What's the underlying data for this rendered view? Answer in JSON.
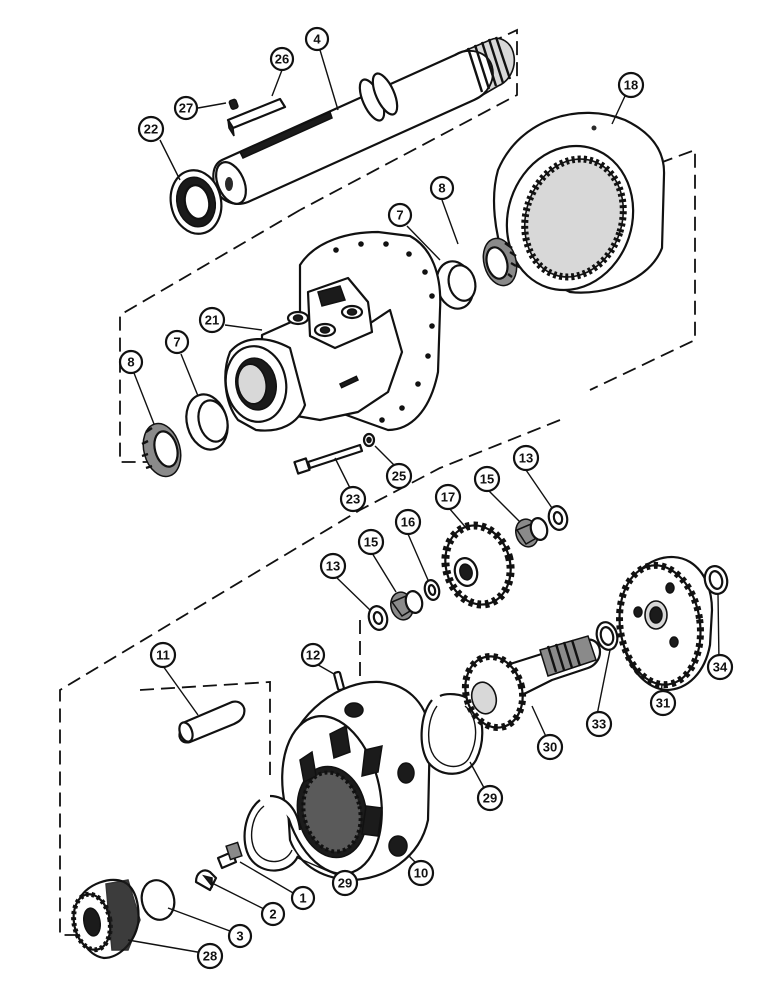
{
  "callouts": {
    "c1": "1",
    "c2": "2",
    "c3": "3",
    "c4": "4",
    "c7a": "7",
    "c7b": "7",
    "c8a": "8",
    "c8b": "8",
    "c10": "10",
    "c11": "11",
    "c12": "12",
    "c13a": "13",
    "c13b": "13",
    "c15a": "15",
    "c15b": "15",
    "c16": "16",
    "c17": "17",
    "c18": "18",
    "c21": "21",
    "c22": "22",
    "c23": "23",
    "c25": "25",
    "c26": "26",
    "c27": "27",
    "c28": "28",
    "c29a": "29",
    "c29b": "29",
    "c30": "30",
    "c31": "31",
    "c33": "33",
    "c34": "34"
  },
  "icons": {
    "shaft": "axle-shaft-icon",
    "ring_gear": "ring-gear-icon",
    "housing": "axle-housing-icon",
    "carrier": "planetary-carrier-icon",
    "bearing": "tapered-bearing-icon"
  }
}
